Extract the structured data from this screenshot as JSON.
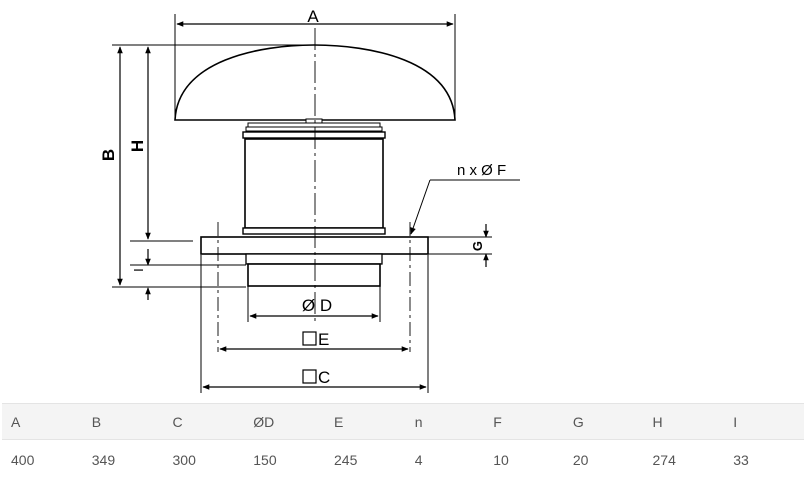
{
  "diagram": {
    "labels": {
      "A": "A",
      "B": "B",
      "H": "H",
      "I": "I",
      "G": "G",
      "D": "Ø D",
      "E": "E",
      "C": "C",
      "F": "n x Ø F"
    }
  },
  "table": {
    "headers": [
      "A",
      "B",
      "C",
      "ØD",
      "E",
      "n",
      "F",
      "G",
      "H",
      "I"
    ],
    "values": [
      "400",
      "349",
      "300",
      "150",
      "245",
      "4",
      "10",
      "20",
      "274",
      "33"
    ]
  }
}
